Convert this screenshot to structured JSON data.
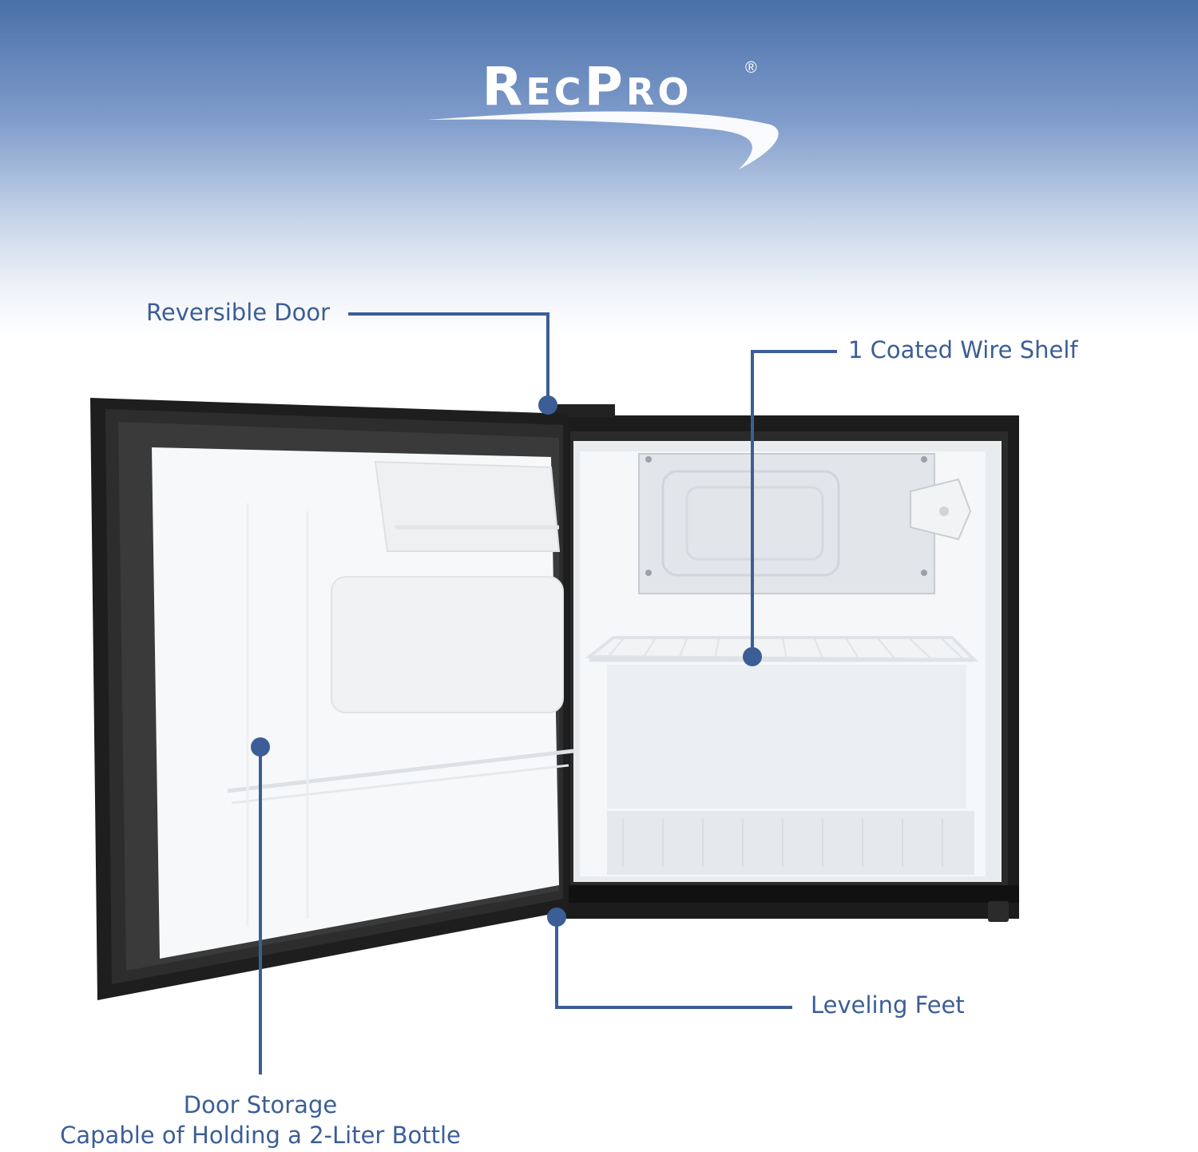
{
  "brand": {
    "logo_text": "RecPro",
    "registered_mark": "®"
  },
  "callouts": {
    "reversible_door": "Reversible Door",
    "wire_shelf": "1 Coated Wire Shelf",
    "leveling_feet": "Leveling Feet",
    "door_storage_line1": "Door Storage",
    "door_storage_line2": "Capable of Holding a 2-Liter Bottle"
  },
  "colors": {
    "accent": "#3b5e96",
    "background_top": "#4a70a8",
    "fridge_body": "#1c1c1c",
    "interior": "#f4f6f8"
  }
}
